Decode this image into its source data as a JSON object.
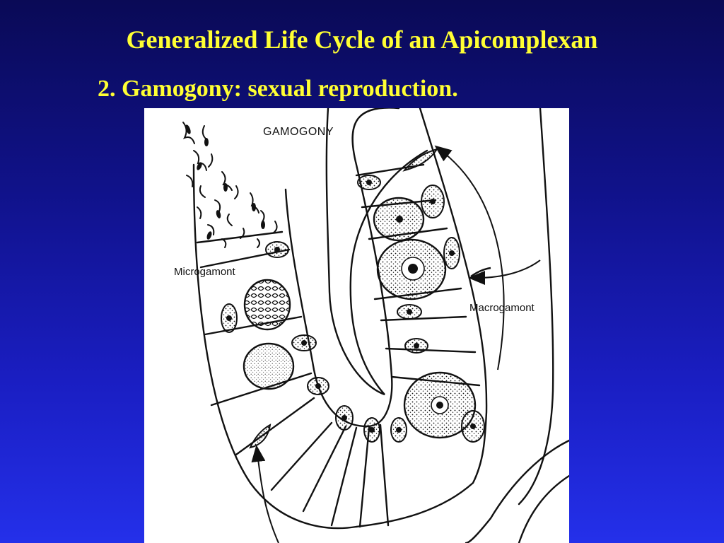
{
  "slide": {
    "title": "Generalized Life Cycle of an Apicomplexan",
    "subtitle": "2. Gamogony: sexual reproduction."
  },
  "diagram": {
    "heading": "GAMOGONY",
    "labels": {
      "microgamont": "Microgamont",
      "macrogamont": "Macrogamont"
    }
  },
  "colors": {
    "background_top": "#0a0a56",
    "background_bottom": "#2430ea",
    "title_text": "#ffff33",
    "figure_background": "#ffffff",
    "ink": "#111111"
  }
}
